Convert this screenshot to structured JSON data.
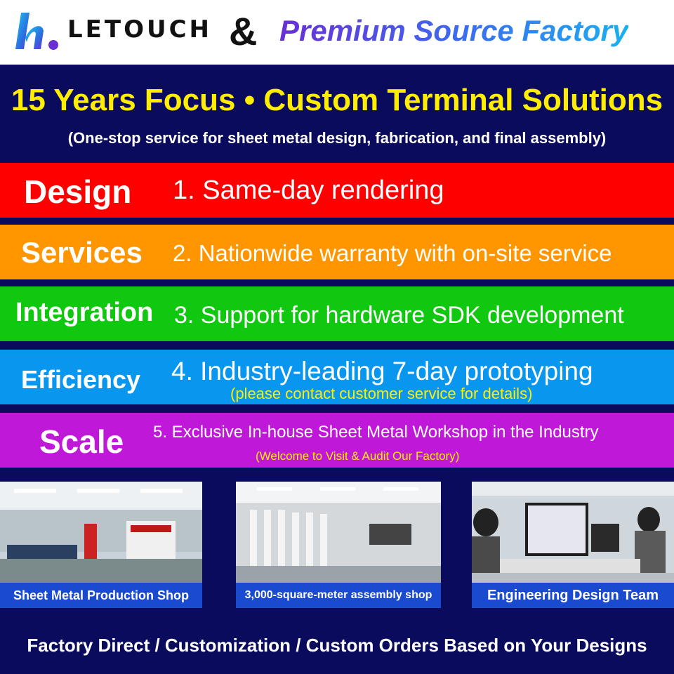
{
  "header": {
    "logo_text": "LETOUCH",
    "ampersand": "&",
    "tagline": "Premium Source Factory"
  },
  "headline": "15 Years Focus • Custom Terminal Solutions",
  "subline": "(One-stop service for sheet metal design, fabrication, and final assembly)",
  "features": [
    {
      "category": "Design",
      "text": "1. Same-day rendering",
      "color": "#ff0000"
    },
    {
      "category": "Services",
      "text": "2. Nationwide warranty with on-site service",
      "color": "#ff9600"
    },
    {
      "category": "Integration",
      "text": "3. Support for hardware SDK development",
      "color": "#10c810"
    },
    {
      "category": "Efficiency",
      "text": "4. Industry-leading 7-day prototyping",
      "note": "(please contact customer service for details)",
      "color": "#0896ee"
    },
    {
      "category": "Scale",
      "text": "5. Exclusive In-house Sheet Metal Workshop in the Industry",
      "note": "(Welcome to Visit & Audit Our Factory)",
      "color": "#c018d8"
    }
  ],
  "photos": [
    {
      "caption": "Sheet Metal Production Shop",
      "icon": "factory-photo"
    },
    {
      "caption": "3,000-square-meter assembly shop",
      "icon": "assembly-photo"
    },
    {
      "caption": "Engineering Design Team",
      "icon": "engineers-photo"
    }
  ],
  "footer": "Factory Direct / Customization / Custom Orders Based on Your Designs",
  "colors": {
    "navy": "#0b0b5e",
    "headline": "#ffee00",
    "caption_bar": "#1a4ad0"
  }
}
